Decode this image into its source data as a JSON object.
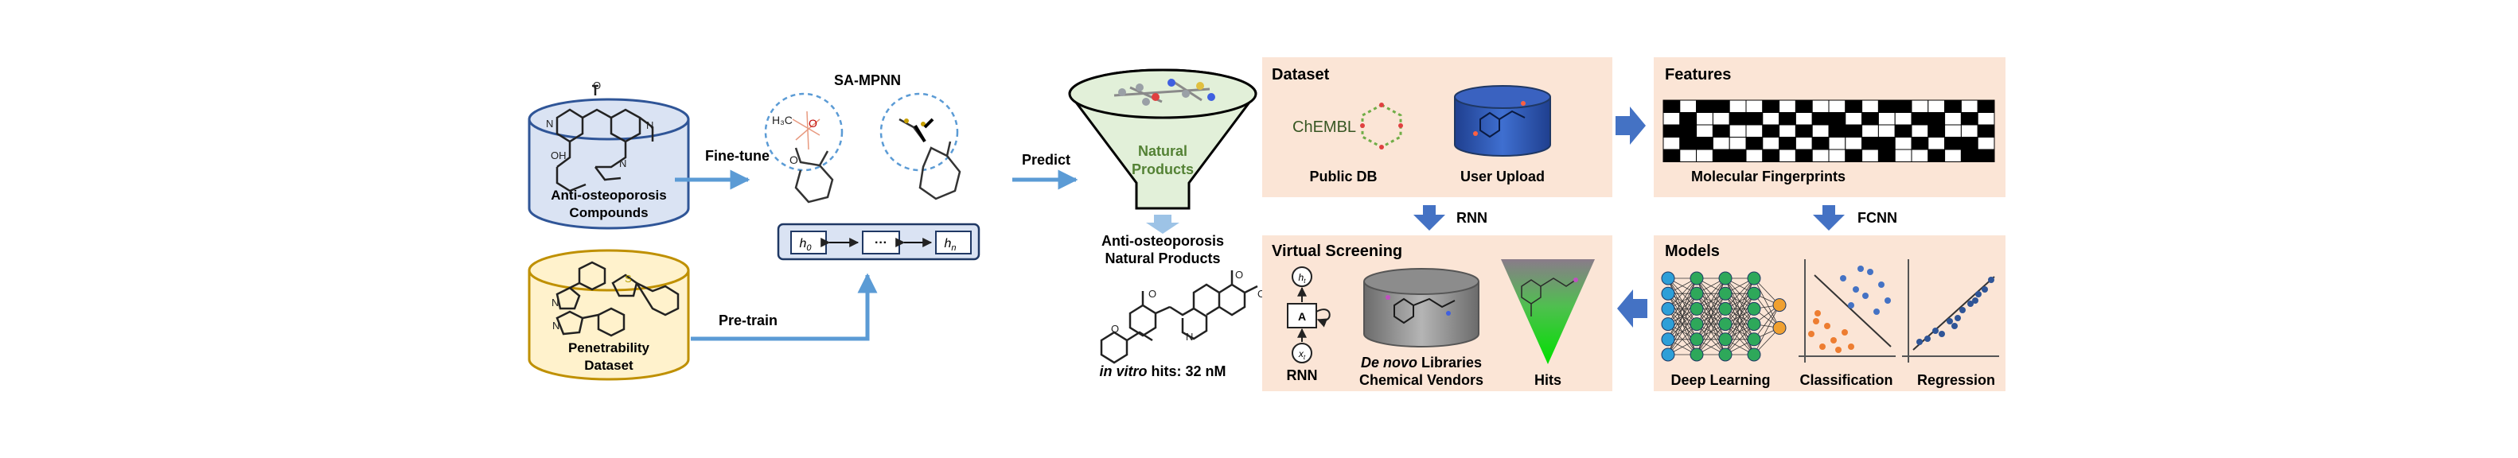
{
  "left": {
    "db1_label_line1": "Anti-osteoporosis",
    "db1_label_line2": "Compounds",
    "db2_label_line1": "Penetrability",
    "db2_label_line2": "Dataset",
    "fine_tune": "Fine-tune",
    "pre_train": "Pre-train"
  },
  "sa_mpnn": {
    "title": "SA-MPNN",
    "h0": "h",
    "h0_sub": "0",
    "ellipsis": "···",
    "hn": "h",
    "hn_sub": "n",
    "h3c": "H₃C"
  },
  "predict": {
    "label": "Predict",
    "funnel_line1": "Natural",
    "funnel_line2": "Products",
    "result_line1": "Anti-osteoporosis",
    "result_line2": "Natural Products",
    "hits_prefix": "in vitro",
    "hits_value": " hits: 32 nM"
  },
  "dataset": {
    "title": "Dataset",
    "chembl": "ChEMBL",
    "public_db": "Public DB",
    "user_upload": "User Upload"
  },
  "features": {
    "title": "Features",
    "caption": "Molecular Fingerprints",
    "grid": [
      [
        1,
        0,
        1,
        1,
        0,
        0,
        1,
        0,
        1,
        0,
        0,
        1,
        0,
        1,
        1,
        0,
        0,
        1,
        0,
        1
      ],
      [
        0,
        1,
        0,
        0,
        1,
        1,
        0,
        1,
        0,
        1,
        1,
        0,
        1,
        0,
        0,
        1,
        1,
        0,
        1,
        0
      ],
      [
        1,
        1,
        0,
        1,
        0,
        0,
        1,
        0,
        1,
        0,
        1,
        1,
        0,
        0,
        1,
        0,
        1,
        0,
        0,
        1
      ],
      [
        0,
        1,
        1,
        0,
        0,
        1,
        0,
        1,
        0,
        1,
        0,
        0,
        1,
        1,
        0,
        1,
        0,
        1,
        1,
        0
      ],
      [
        1,
        0,
        0,
        1,
        1,
        0,
        1,
        0,
        1,
        0,
        0,
        1,
        0,
        1,
        0,
        0,
        1,
        0,
        1,
        1
      ]
    ]
  },
  "arrows": {
    "rnn": "RNN",
    "fcnn": "FCNN"
  },
  "virtual_screening": {
    "title": "Virtual Screening",
    "rnn_label": "RNN",
    "node_h": "h",
    "node_h_sub": "t",
    "node_a": "A",
    "node_x": "x",
    "node_x_sub": "t",
    "denovo_italic": "De novo",
    "libraries": " Libraries",
    "vendors": "Chemical Vendors",
    "hits": "Hits"
  },
  "models": {
    "title": "Models",
    "deep_learning": "Deep Learning",
    "classification": "Classification",
    "regression": "Regression"
  },
  "colors": {
    "panel": "#fbe5d6",
    "arrow_blue": "#5b9bd5",
    "block_arrow": "#4472c4",
    "db_blue": "#dae3f3",
    "db_gold": "#fff2cc",
    "db_gold_stroke": "#bf9000",
    "funnel": "#e2f0d9"
  }
}
